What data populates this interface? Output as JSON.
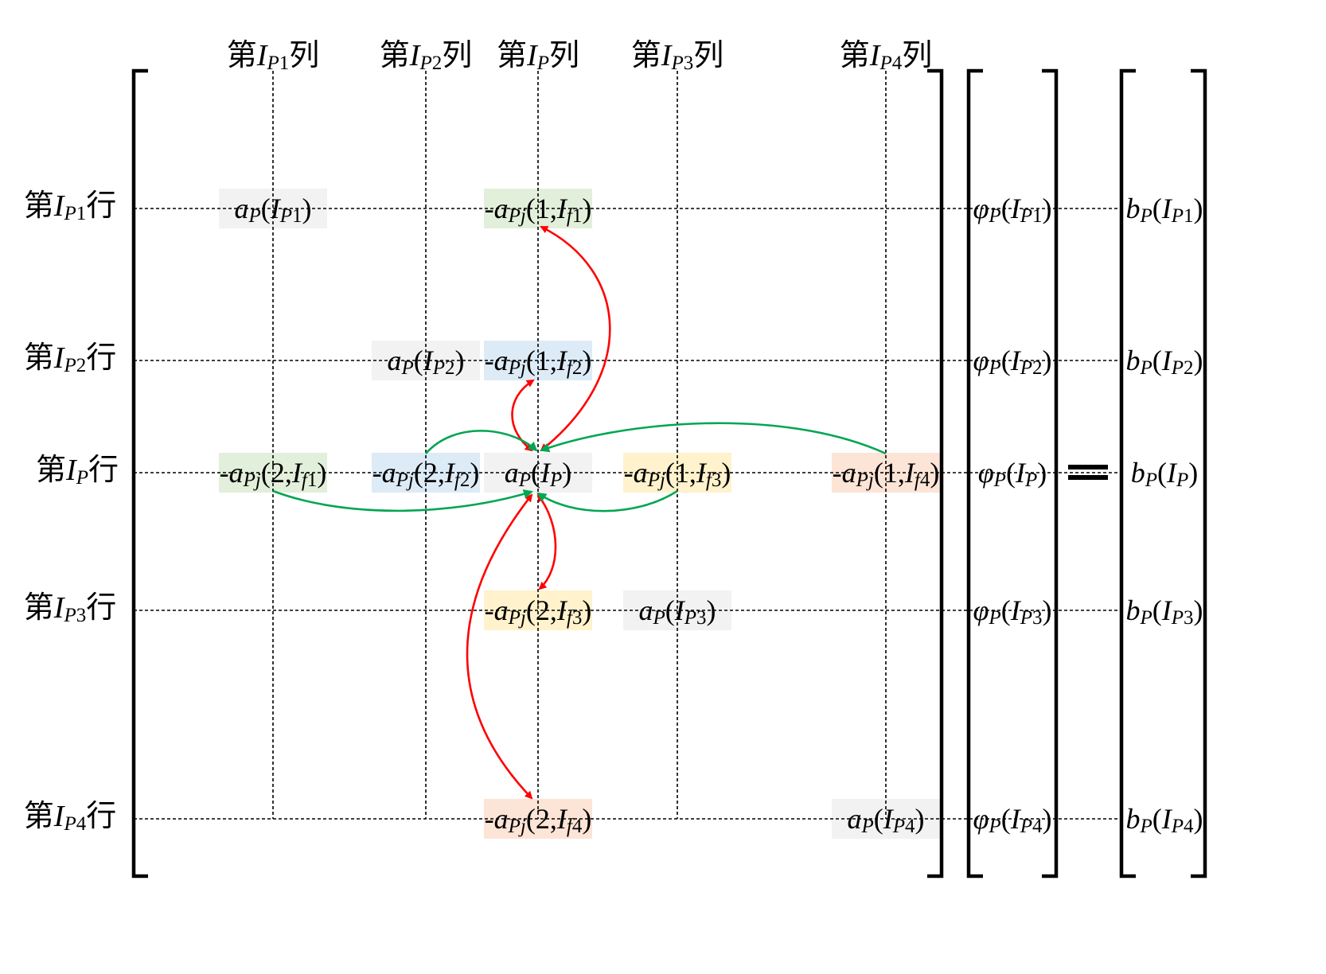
{
  "column_headers": [
    {
      "id": "col-ip1",
      "prefix": "第",
      "sym": "I",
      "sub": "P1",
      "suffix": "列"
    },
    {
      "id": "col-ip2",
      "prefix": "第",
      "sym": "I",
      "sub": "P2",
      "suffix": "列"
    },
    {
      "id": "col-ip",
      "prefix": "第",
      "sym": "I",
      "sub": "P",
      "suffix": "列"
    },
    {
      "id": "col-ip3",
      "prefix": "第",
      "sym": "I",
      "sub": "P3",
      "suffix": "列"
    },
    {
      "id": "col-ip4",
      "prefix": "第",
      "sym": "I",
      "sub": "P4",
      "suffix": "列"
    }
  ],
  "row_headers": [
    {
      "id": "row-ip1",
      "prefix": "第",
      "sym": "I",
      "sub": "P1",
      "suffix": "行"
    },
    {
      "id": "row-ip2",
      "prefix": "第",
      "sym": "I",
      "sub": "P2",
      "suffix": "行"
    },
    {
      "id": "row-ip",
      "prefix": "第",
      "sym": "I",
      "sub": "P",
      "suffix": "行"
    },
    {
      "id": "row-ip3",
      "prefix": "第",
      "sym": "I",
      "sub": "P3",
      "suffix": "行"
    },
    {
      "id": "row-ip4",
      "prefix": "第",
      "sym": "I",
      "sub": "P4",
      "suffix": "行"
    }
  ],
  "matrix_cells": [
    {
      "id": "cell-ap-ip1",
      "row": 0,
      "col": 0,
      "bg": "#f2f2f2",
      "text": "aP(IP1)"
    },
    {
      "id": "cell-apj-1-if1",
      "row": 0,
      "col": 2,
      "bg": "#e2efda",
      "text": "-aPj(1,If1)"
    },
    {
      "id": "cell-ap-ip2",
      "row": 1,
      "col": 1,
      "bg": "#f2f2f2",
      "text": "aP(IP2)"
    },
    {
      "id": "cell-apj-1-if2",
      "row": 1,
      "col": 2,
      "bg": "#ddebf7",
      "text": "-aPj(1,If2)"
    },
    {
      "id": "cell-apj-2-if1",
      "row": 2,
      "col": 0,
      "bg": "#e2efda",
      "text": "-aPj(2,If1)"
    },
    {
      "id": "cell-apj-2-if2",
      "row": 2,
      "col": 1,
      "bg": "#ddebf7",
      "text": "-aPj(2,If2)"
    },
    {
      "id": "cell-ap-ip",
      "row": 2,
      "col": 2,
      "bg": "#f2f2f2",
      "text": "aP(IP)"
    },
    {
      "id": "cell-apj-1-if3",
      "row": 2,
      "col": 3,
      "bg": "#fff2cc",
      "text": "-aPj(1,If3)"
    },
    {
      "id": "cell-apj-1-if4",
      "row": 2,
      "col": 4,
      "bg": "#fce4d6",
      "text": "-aPj(1,If4)"
    },
    {
      "id": "cell-apj-2-if3",
      "row": 3,
      "col": 2,
      "bg": "#fff2cc",
      "text": "-aPj(2,If3)"
    },
    {
      "id": "cell-ap-ip3",
      "row": 3,
      "col": 3,
      "bg": "#f2f2f2",
      "text": "aP(IP3)"
    },
    {
      "id": "cell-apj-2-if4",
      "row": 4,
      "col": 2,
      "bg": "#fce4d6",
      "text": "-aPj(2,If4)"
    },
    {
      "id": "cell-ap-ip4",
      "row": 4,
      "col": 4,
      "bg": "#f2f2f2",
      "text": "aP(IP4)"
    }
  ],
  "phi_vector": [
    {
      "id": "phi-ip1",
      "row": 0,
      "text": "φP(IP1)"
    },
    {
      "id": "phi-ip2",
      "row": 1,
      "text": "φP(IP2)"
    },
    {
      "id": "phi-ip",
      "row": 2,
      "text": "φP(IP)"
    },
    {
      "id": "phi-ip3",
      "row": 3,
      "text": "φP(IP3)"
    },
    {
      "id": "phi-ip4",
      "row": 4,
      "text": "φP(IP4)"
    }
  ],
  "b_vector": [
    {
      "id": "b-ip1",
      "row": 0,
      "text": "bP(IP1)"
    },
    {
      "id": "b-ip2",
      "row": 1,
      "text": "bP(IP2)"
    },
    {
      "id": "b-ip",
      "row": 2,
      "text": "bP(IP)"
    },
    {
      "id": "b-ip3",
      "row": 3,
      "text": "bP(IP3)"
    },
    {
      "id": "b-ip4",
      "row": 4,
      "text": "bP(IP4)"
    }
  ],
  "equals_symbol": "=",
  "arrows": [
    {
      "id": "arrow-if1-pair",
      "color": "#ff0000",
      "kind": "double"
    },
    {
      "id": "arrow-if2-pair",
      "color": "#ff0000",
      "kind": "double"
    },
    {
      "id": "arrow-if3-pair",
      "color": "#ff0000",
      "kind": "double"
    },
    {
      "id": "arrow-if4-pair",
      "color": "#ff0000",
      "kind": "double"
    },
    {
      "id": "arrow-if1-to-ap",
      "color": "#00a651",
      "kind": "single"
    },
    {
      "id": "arrow-if2-to-ap",
      "color": "#00a651",
      "kind": "single"
    },
    {
      "id": "arrow-if3-to-ap",
      "color": "#00a651",
      "kind": "single"
    },
    {
      "id": "arrow-if4-to-ap",
      "color": "#00a651",
      "kind": "single"
    }
  ]
}
